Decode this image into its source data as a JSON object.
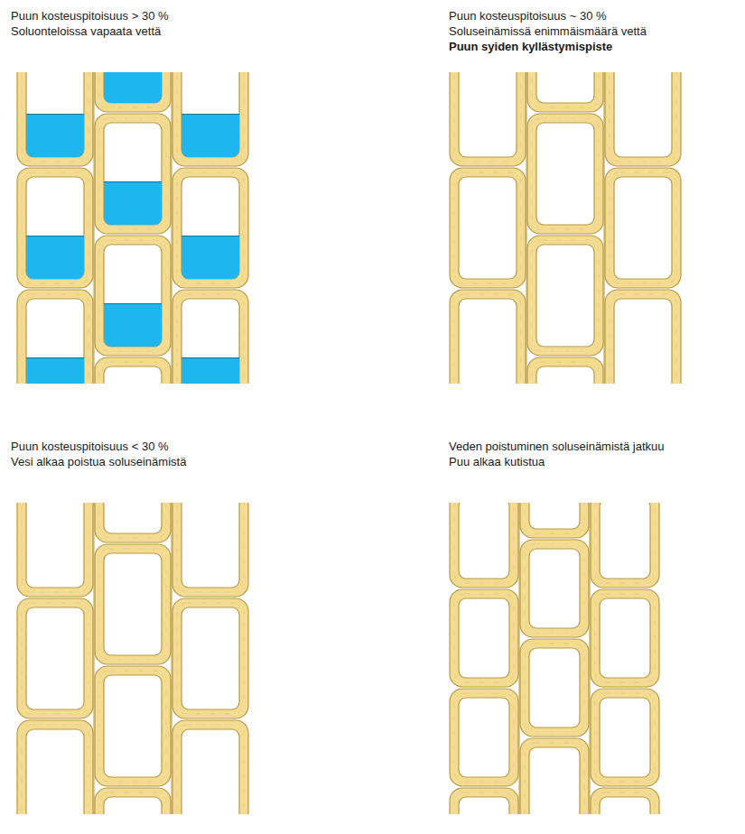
{
  "diagram": {
    "labels": [
      "Puun kosteuspitoisuus > 30 %",
      "Soluonteloissa vapaata vettä",
      "Puun kosteuspitoisuus ~ 30 %",
      "Soluseinämissä enimmäismäärä vettä",
      "Puun syiden kyllästymispiste",
      "Puun kosteuspitoisuus < 30 %",
      "Vesi alkaa poistua soluseinämistä",
      "Veden poistuminen soluseinämistä jatkuu",
      "Puu alkaa kutistua"
    ]
  }
}
